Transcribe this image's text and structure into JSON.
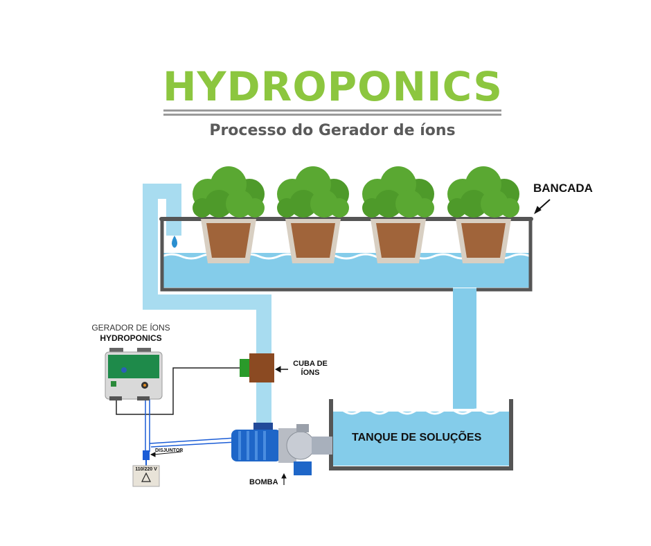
{
  "header": {
    "title": "HYDROPONICS",
    "subtitle": "Processo do Gerador de íons",
    "title_color": "#8cc63f"
  },
  "labels": {
    "bancada": "BANCADA",
    "generator_line1": "GERADOR DE ÍONS",
    "generator_line2": "HYDROPONICS",
    "cuba_line1": "CUBA DE",
    "cuba_line2": "ÍONS",
    "tanque": "TANQUE DE SOLUÇÕES",
    "disjuntor": "DISJUNTOR",
    "voltage": "110/220 V",
    "bomba": "BOMBA"
  },
  "colors": {
    "water": "#84ccea",
    "pipe": "#a8dcf0",
    "frame": "#555555",
    "leaf": "#5aa832",
    "pot": "#d8cfc2",
    "cuba": "#8b4a22",
    "pump": "#1e66c8",
    "wire": "#1a5cd6"
  },
  "plants": [
    {
      "name": "plant-1"
    },
    {
      "name": "plant-2"
    },
    {
      "name": "plant-3"
    },
    {
      "name": "plant-4"
    }
  ]
}
